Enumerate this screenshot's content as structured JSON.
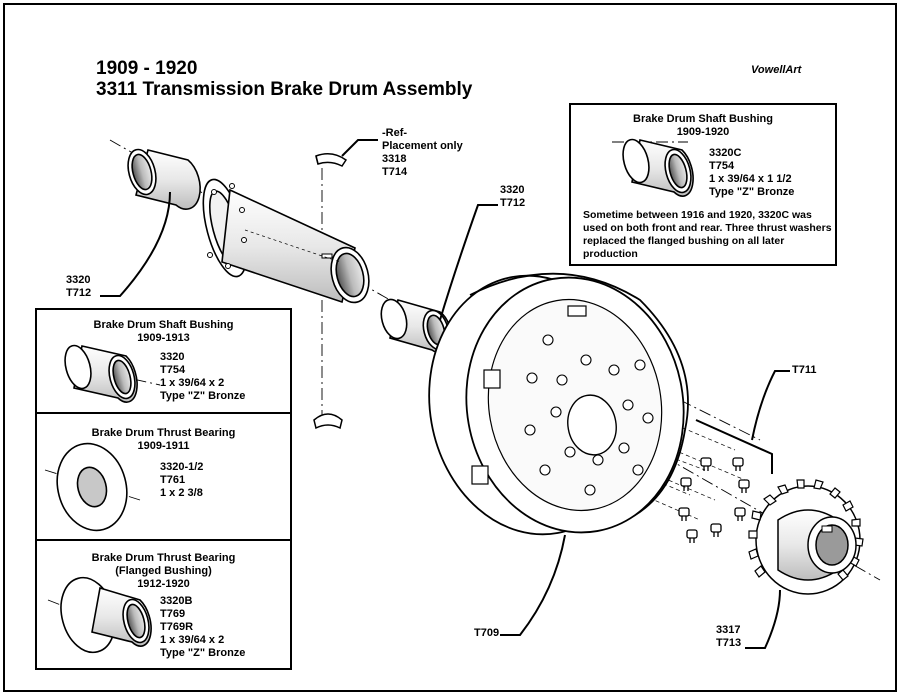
{
  "title": {
    "years": "1909 - 1920",
    "name": "3311 Transmission Brake Drum Assembly"
  },
  "brand": "VowellArt",
  "labels": {
    "ref_heading": "-Ref-",
    "ref_placement": "Placement only",
    "ref_part": "3318",
    "ref_alt": "T714",
    "bushing_right_part": "3320",
    "bushing_right_alt": "T712",
    "bushing_left_part": "3320",
    "bushing_left_alt": "T712",
    "screws": "T711",
    "drum": "T709",
    "gear_part": "3317",
    "gear_alt": "T713"
  },
  "boxes": {
    "shaft_bushing_late": {
      "title": "Brake Drum Shaft Bushing",
      "years": "1909-1920",
      "specs": [
        "3320C",
        "T754",
        "1 x 39/64 x 1 1/2",
        "Type \"Z\" Bronze"
      ],
      "note": "Sometime between 1916 and 1920, 3320C was used on both front and rear. Three thrust washers replaced the flanged bushing on all later production"
    },
    "shaft_bushing_early": {
      "title": "Brake Drum Shaft Bushing",
      "years": "1909-1913",
      "specs": [
        "3320",
        "T754",
        "1 x 39/64 x 2",
        "Type \"Z\" Bronze"
      ]
    },
    "thrust_bearing_early": {
      "title": "Brake Drum Thrust Bearing",
      "years": "1909-1911",
      "specs": [
        "3320-1/2",
        "T761",
        "1 x 2 3/8"
      ]
    },
    "thrust_bearing_flanged": {
      "title": "Brake Drum Thrust Bearing",
      "subtitle": "(Flanged Bushing)",
      "years": "1912-1920",
      "specs": [
        "3320B",
        "T769",
        "T769R",
        "1 x 39/64 x 2",
        "Type \"Z\" Bronze"
      ]
    }
  }
}
